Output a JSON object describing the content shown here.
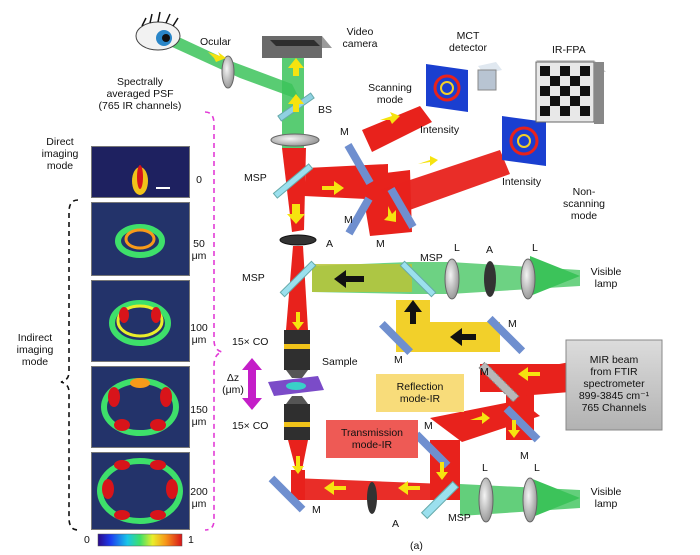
{
  "figure_label": "(a)",
  "psf_header": {
    "line1": "Spectrally",
    "line2": "averaged PSF",
    "line3": "(765 IR channels)"
  },
  "modes": {
    "direct": [
      "Direct",
      "imaging",
      "mode"
    ],
    "indirect": [
      "Indirect",
      "imaging",
      "mode"
    ]
  },
  "psf_panels": [
    {
      "z_value": "0",
      "z_unit": ""
    },
    {
      "z_value": "50",
      "z_unit": "μm"
    },
    {
      "z_value": "100",
      "z_unit": "μm"
    },
    {
      "z_value": "150",
      "z_unit": "μm"
    },
    {
      "z_value": "200",
      "z_unit": "μm"
    }
  ],
  "colorbar": {
    "min": "0",
    "max": "1"
  },
  "components": {
    "ocular": "Ocular",
    "video_camera": [
      "Video",
      "camera"
    ],
    "mct_detector": [
      "MCT",
      "detector"
    ],
    "ir_fpa": "IR-FPA",
    "scanning_mode": [
      "Scanning",
      "mode"
    ],
    "non_scanning_mode": [
      "Non-",
      "scanning",
      "mode"
    ],
    "intensity": "Intensity",
    "bs": "BS",
    "msp": "MSP",
    "m": "M",
    "a": "A",
    "l": "L",
    "visible_lamp": [
      "Visible",
      "lamp"
    ],
    "objective": "15× CO",
    "sample": "Sample",
    "delta_z": [
      "Δz",
      "(μm)"
    ],
    "reflection_mode": [
      "Reflection",
      "mode-IR"
    ],
    "transmission_mode": [
      "Transmission",
      "mode-IR"
    ],
    "mir_source": [
      "MIR beam",
      "from FTIR",
      "spectrometer",
      "899-3845 cm⁻¹",
      "765 Channels"
    ]
  },
  "colors": {
    "ir_beam": "#e8221c",
    "visible_beam": "#3cc35a",
    "yellow_beam": "#f2d02a",
    "arrow": "#f6e30f",
    "dashed_bracket": "#e23bd6",
    "reflection_box": "#f8dc7a",
    "transmission_box": "#ee5a55",
    "source_box": "#c9c9c9"
  }
}
